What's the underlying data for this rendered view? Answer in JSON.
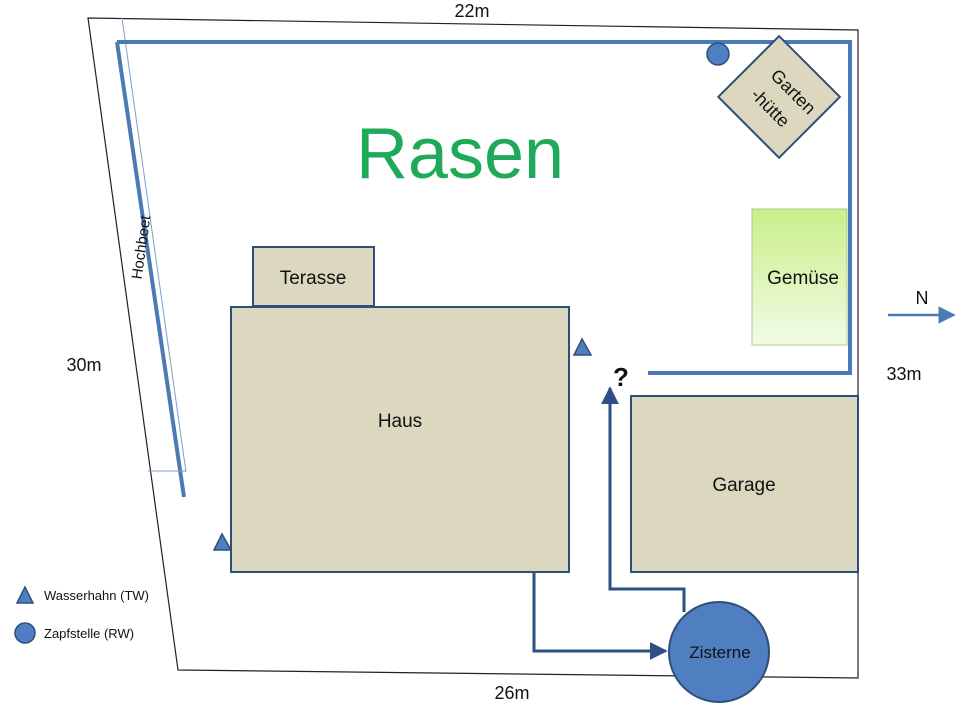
{
  "plot": {
    "dimensions": {
      "top": "22m",
      "left": "30m",
      "right": "33m",
      "bottom": "26m"
    },
    "title": "Rasen",
    "compass": "N",
    "question_mark": "?"
  },
  "areas": {
    "garden_shed": {
      "line1": "Garten",
      "line2": "-hütte"
    },
    "vegetables": "Gemüse",
    "terrace": "Terasse",
    "house": "Haus",
    "garage": "Garage",
    "cistern": "Zisterne",
    "raised_bed": "Hochbeet"
  },
  "legend": [
    {
      "shape": "triangle",
      "label": "Wasserhahn (TW)"
    },
    {
      "shape": "circle",
      "label": "Zapfstelle (RW)"
    }
  ],
  "colors": {
    "pipe": "#4a7bb5",
    "dark_pipe": "#2e4f86",
    "building_fill": "#dcd8c0",
    "building_stroke": "#2f4f7a",
    "lawn_text": "#1faa59",
    "vegetable_fill": "#d8f5b0",
    "marker_fill": "#4f7fc0"
  }
}
